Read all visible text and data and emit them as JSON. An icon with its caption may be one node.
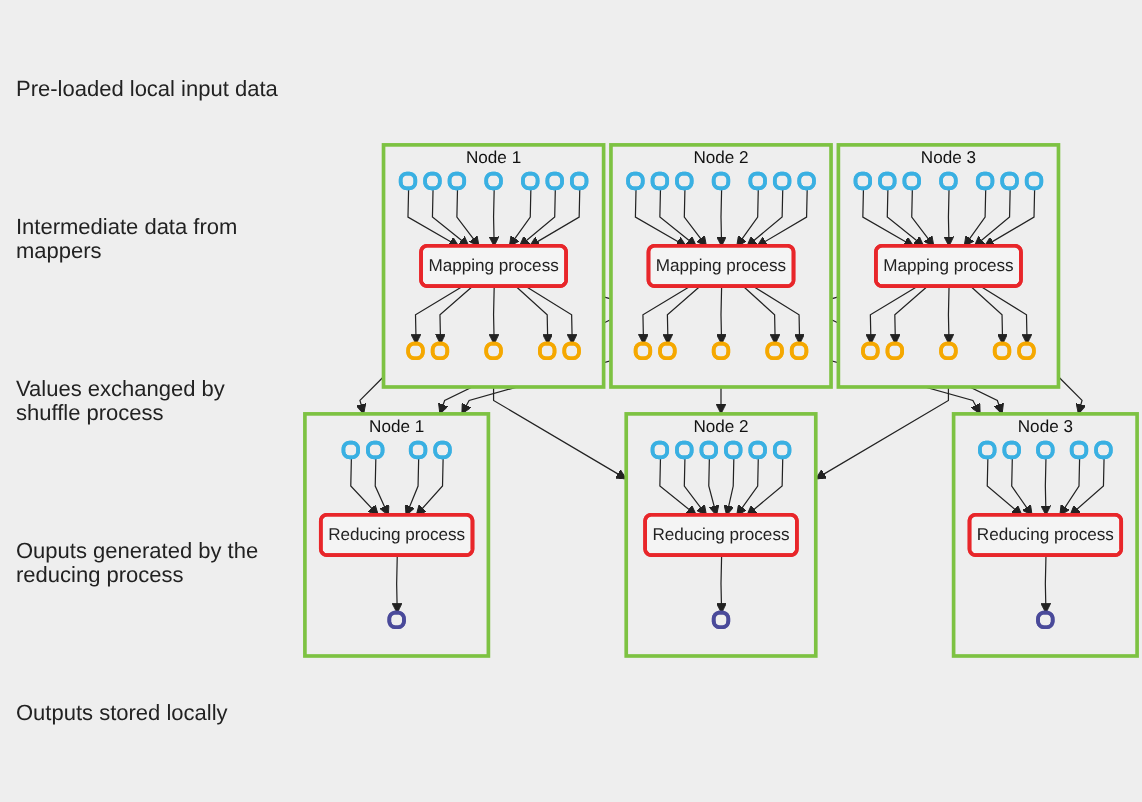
{
  "diagram": {
    "nodes": [
      {
        "text": [
          "Node 1"
        ]
      },
      {
        "text": [],
        "shape": "box",
        "in": 0
      },
      {
        "text": [],
        "shape": "box",
        "in": 0
      },
      {
        "text": [],
        "shape": "box",
        "in": 0
      },
      {
        "text": [],
        "shape": "box",
        "in": 0
      },
      {
        "text": [],
        "shape": "box",
        "in": 0
      },
      {
        "text": [],
        "shape": "box",
        "in": 0
      },
      {
        "text": [],
        "shape": "box",
        "in": 0
      },
      {
        "text": [
          "Mapping process"
        ],
        "in": 0
      },
      {
        "text": [],
        "shape": "box",
        "in": 0
      },
      {
        "text": [],
        "shape": "box",
        "in": 0
      },
      {
        "text": [],
        "shape": "box",
        "in": 0
      },
      {
        "text": [],
        "shape": "box",
        "in": 0
      },
      {
        "text": [],
        "shape": "box",
        "in": 0
      },
      {
        "text": [
          "Node 2"
        ]
      },
      {
        "text": [],
        "shape": "box",
        "in": 14
      },
      {
        "text": [],
        "shape": "box",
        "in": 14
      },
      {
        "text": [],
        "shape": "box",
        "in": 14
      },
      {
        "text": [],
        "shape": "box",
        "in": 14
      },
      {
        "text": [],
        "shape": "box",
        "in": 14
      },
      {
        "text": [],
        "shape": "box",
        "in": 14
      },
      {
        "text": [],
        "shape": "box",
        "in": 14
      },
      {
        "text": [
          "Mapping process"
        ],
        "in": 14
      },
      {
        "text": [],
        "shape": "box",
        "in": 14
      },
      {
        "text": [],
        "shape": "box",
        "in": 14
      },
      {
        "text": [],
        "shape": "box",
        "in": 14
      },
      {
        "text": [],
        "shape": "box",
        "in": 14
      },
      {
        "text": [],
        "shape": "box",
        "in": 14
      },
      {
        "text": [
          "Node 3"
        ]
      },
      {
        "text": [],
        "shape": "box",
        "in": 28
      },
      {
        "text": [],
        "shape": "box",
        "in": 28
      },
      {
        "text": [],
        "shape": "box",
        "in": 28
      },
      {
        "text": [],
        "shape": "box",
        "in": 28
      },
      {
        "text": [],
        "shape": "box",
        "in": 28
      },
      {
        "text": [],
        "shape": "box",
        "in": 28
      },
      {
        "text": [],
        "shape": "box",
        "in": 28
      },
      {
        "text": [
          "Mapping process"
        ],
        "in": 28
      },
      {
        "text": [],
        "shape": "box",
        "in": 28
      },
      {
        "text": [],
        "shape": "box",
        "in": 28
      },
      {
        "text": [],
        "shape": "box",
        "in": 28
      },
      {
        "text": [],
        "shape": "box",
        "in": 28
      },
      {
        "text": [],
        "shape": "box",
        "in": 28
      },
      {
        "text": [
          "Node 1"
        ]
      },
      {
        "text": [],
        "shape": "box",
        "in": 42
      },
      {
        "text": [],
        "shape": "box",
        "in": 42
      },
      {
        "text": [],
        "shape": "box",
        "in": 42
      },
      {
        "text": [],
        "shape": "box",
        "in": 42
      },
      {
        "text": [
          "Reducing process"
        ],
        "in": 42
      },
      {
        "text": [],
        "shape": "box",
        "in": 42
      },
      {
        "text": [
          "Node 2"
        ]
      },
      {
        "text": [],
        "shape": "box",
        "in": 49
      },
      {
        "text": [],
        "shape": "box",
        "in": 49
      },
      {
        "text": [],
        "shape": "box",
        "in": 49
      },
      {
        "text": [],
        "shape": "box",
        "in": 49
      },
      {
        "text": [],
        "shape": "box",
        "in": 49
      },
      {
        "text": [],
        "shape": "box",
        "in": 49
      },
      {
        "text": [
          "Reducing process"
        ],
        "in": 49
      },
      {
        "text": [],
        "shape": "box",
        "in": 49
      },
      {
        "text": [
          "Node 3"
        ]
      },
      {
        "text": [],
        "shape": "box",
        "in": 58
      },
      {
        "text": [],
        "shape": "box",
        "in": 58
      },
      {
        "text": [],
        "shape": "box",
        "in": 58
      },
      {
        "text": [],
        "shape": "box",
        "in": 58
      },
      {
        "text": [],
        "shape": "box",
        "in": 58
      },
      {
        "text": [
          "Reducing process"
        ],
        "in": 58
      },
      {
        "text": [],
        "shape": "box",
        "in": 58
      }
    ],
    "edges": [
      {
        "from": 1,
        "to": 8,
        "arrow": "to"
      },
      {
        "from": 2,
        "to": 8,
        "arrow": "to"
      },
      {
        "from": 3,
        "to": 8,
        "arrow": "to"
      },
      {
        "from": 4,
        "to": 8,
        "arrow": "to"
      },
      {
        "from": 5,
        "to": 8,
        "arrow": "to"
      },
      {
        "from": 6,
        "to": 8,
        "arrow": "to"
      },
      {
        "from": 7,
        "to": 8,
        "arrow": "to"
      },
      {
        "from": 8,
        "to": 9,
        "arrow": "to"
      },
      {
        "from": 8,
        "to": 10,
        "arrow": "to"
      },
      {
        "from": 8,
        "to": 11,
        "arrow": "to"
      },
      {
        "from": 8,
        "to": 12,
        "arrow": "to"
      },
      {
        "from": 8,
        "to": 13,
        "arrow": "to"
      },
      {
        "from": 15,
        "to": 22,
        "arrow": "to"
      },
      {
        "from": 16,
        "to": 22,
        "arrow": "to"
      },
      {
        "from": 17,
        "to": 22,
        "arrow": "to"
      },
      {
        "from": 18,
        "to": 22,
        "arrow": "to"
      },
      {
        "from": 19,
        "to": 22,
        "arrow": "to"
      },
      {
        "from": 20,
        "to": 22,
        "arrow": "to"
      },
      {
        "from": 21,
        "to": 22,
        "arrow": "to"
      },
      {
        "from": 22,
        "to": 23,
        "arrow": "to"
      },
      {
        "from": 22,
        "to": 24,
        "arrow": "to"
      },
      {
        "from": 22,
        "to": 25,
        "arrow": "to"
      },
      {
        "from": 22,
        "to": 26,
        "arrow": "to"
      },
      {
        "from": 22,
        "to": 27,
        "arrow": "to"
      },
      {
        "from": 29,
        "to": 36,
        "arrow": "to"
      },
      {
        "from": 30,
        "to": 36,
        "arrow": "to"
      },
      {
        "from": 31,
        "to": 36,
        "arrow": "to"
      },
      {
        "from": 32,
        "to": 36,
        "arrow": "to"
      },
      {
        "from": 33,
        "to": 36,
        "arrow": "to"
      },
      {
        "from": 34,
        "to": 36,
        "arrow": "to"
      },
      {
        "from": 35,
        "to": 36,
        "arrow": "to"
      },
      {
        "from": 36,
        "to": 37,
        "arrow": "to"
      },
      {
        "from": 36,
        "to": 38,
        "arrow": "to"
      },
      {
        "from": 36,
        "to": 39,
        "arrow": "to"
      },
      {
        "from": 36,
        "to": 40,
        "arrow": "to"
      },
      {
        "from": 36,
        "to": 41,
        "arrow": "to"
      },
      {
        "from": 0,
        "to": 42,
        "arrow": "to"
      },
      {
        "from": 0,
        "to": 49,
        "arrow": "to"
      },
      {
        "from": 0,
        "to": 58,
        "arrow": "to"
      },
      {
        "from": 14,
        "to": 42,
        "arrow": "to"
      },
      {
        "from": 14,
        "to": 49,
        "arrow": "to"
      },
      {
        "from": 14,
        "to": 58,
        "arrow": "to"
      },
      {
        "from": 28,
        "to": 42,
        "arrow": "to"
      },
      {
        "from": 28,
        "to": 49,
        "arrow": "to"
      },
      {
        "from": 28,
        "to": 58,
        "arrow": "to"
      },
      {
        "from": 43,
        "to": 47,
        "arrow": "to"
      },
      {
        "from": 44,
        "to": 47,
        "arrow": "to"
      },
      {
        "from": 45,
        "to": 47,
        "arrow": "to"
      },
      {
        "from": 46,
        "to": 47,
        "arrow": "to"
      },
      {
        "from": 47,
        "to": 48,
        "arrow": "to"
      },
      {
        "from": 50,
        "to": 56,
        "arrow": "to"
      },
      {
        "from": 51,
        "to": 56,
        "arrow": "to"
      },
      {
        "from": 52,
        "to": 56,
        "arrow": "to"
      },
      {
        "from": 53,
        "to": 56,
        "arrow": "to"
      },
      {
        "from": 54,
        "to": 56,
        "arrow": "to"
      },
      {
        "from": 55,
        "to": 56,
        "arrow": "to"
      },
      {
        "from": 56,
        "to": 57,
        "arrow": "to"
      },
      {
        "from": 59,
        "to": 64,
        "arrow": "to"
      },
      {
        "from": 60,
        "to": 64,
        "arrow": "to"
      },
      {
        "from": 61,
        "to": 64,
        "arrow": "to"
      },
      {
        "from": 62,
        "to": 64,
        "arrow": "to"
      },
      {
        "from": 63,
        "to": 64,
        "arrow": "to"
      },
      {
        "from": 64,
        "to": 65,
        "arrow": "to"
      }
    ],
    "labels": [
      "Pre-loaded local input data",
      "Intermediate data from mappers",
      "Values exchanged by shuffle process",
      "Ouputs generated by the reducing process",
      "Outputs stored locally"
    ]
  }
}
